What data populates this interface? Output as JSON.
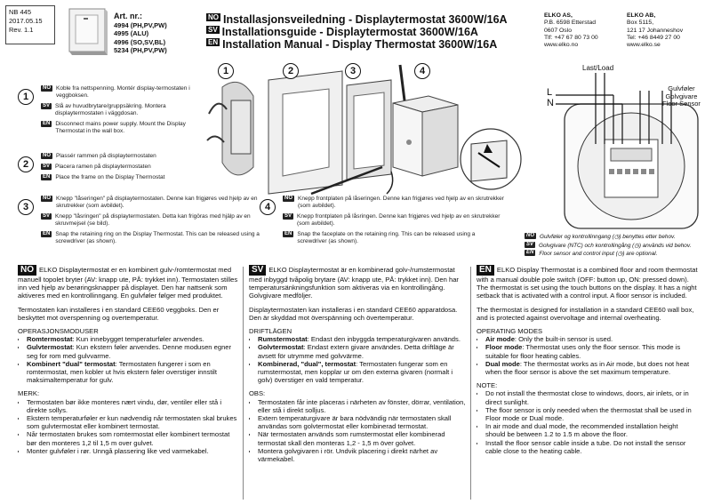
{
  "doc_info": {
    "code": "NB 445",
    "date": "2017.05.15",
    "rev": "Rev. 1.1"
  },
  "art": {
    "title": "Art. nr.:",
    "lines": [
      "4994 (PH,PV,PW)",
      "4995 (ALU)",
      "4996 (SO,SV,BL)",
      "5234 (PH,PV,PW)"
    ]
  },
  "titles": [
    {
      "lang": "NO",
      "text": "Installasjonsveiledning - Displaytermostat 3600W/16A"
    },
    {
      "lang": "SV",
      "text": "Installationsguide - Displaytermostat 3600W/16A"
    },
    {
      "lang": "EN",
      "text": "Installation Manual - Display Thermostat 3600W/16A"
    }
  ],
  "company_no": {
    "name": "ELKO AS,",
    "lines": [
      "P.B. 6598 Etterstad",
      "0607 Oslo",
      "Tlf: +47 67 80 73 00",
      "www.elko.no"
    ]
  },
  "company_se": {
    "name": "ELKO AB,",
    "lines": [
      "Box 5115,",
      "121 17 Johanneshov",
      "Tel: +46 8449 27 00",
      "www.elko.se"
    ]
  },
  "figure_numbers": [
    "1",
    "2",
    "3",
    "4"
  ],
  "wiring": {
    "last_load": "Last/Load",
    "sensor": [
      "Gulvføler",
      "Golvgivare",
      "Floor Sensor"
    ],
    "L": "L",
    "N": "N"
  },
  "steps": [
    {
      "num": "1",
      "items": [
        {
          "lang": "NO",
          "text": "Koble fra nettspenning. Montér display-termostaten i veggboksen."
        },
        {
          "lang": "SV",
          "text": "Slå av huvudbrytare/gruppsäkring. Montera displaytermostaten i väggdosan."
        },
        {
          "lang": "EN",
          "text": "Disconnect mains power supply. Mount the Display Thermostat in the wall box."
        }
      ]
    },
    {
      "num": "2",
      "items": [
        {
          "lang": "NO",
          "text": "Plassér rammen på displaytermostaten"
        },
        {
          "lang": "SV",
          "text": "Placera ramen på displaytermostaten"
        },
        {
          "lang": "EN",
          "text": "Place the frame on the Display Thermostat"
        }
      ]
    },
    {
      "num": "3",
      "items": [
        {
          "lang": "NO",
          "text": "Knepp \"låseringen\" på displaytermostaten. Denne kan frigjøres ved hjelp av en skrutrekker (som avbildet)."
        },
        {
          "lang": "SV",
          "text": "Knepp \"låsringen\" på displaytermostaten. Detta kan frigöras med hjälp av en skruvmejsel (se bild)."
        },
        {
          "lang": "EN",
          "text": "Snap the retaining ring on the Display Thermostat. This can be released using a screwdriver (as shown)."
        }
      ]
    },
    {
      "num": "4",
      "items": [
        {
          "lang": "NO",
          "text": "Knepp frontplaten på låseringen. Denne kan frigjøres ved hjelp av en skrutrekker (som avbildet)."
        },
        {
          "lang": "SV",
          "text": "Knepp frontplaten på låsringen. Denne kan frigjøres ved hjelp av en skrutrekker (som avbildet)."
        },
        {
          "lang": "EN",
          "text": "Snap the faceplate on the retaining ring. This can be released using a screwdriver (as shown)."
        }
      ]
    }
  ],
  "sensor_note": [
    {
      "lang": "NO",
      "text": "Gulvføler og kontrollinngang (◷) benyttes etter behov."
    },
    {
      "lang": "SV",
      "text": "Golvgivare (NTC) och kontrollingång (◷) används vid behov."
    },
    {
      "lang": "EN",
      "text": "Floor sensor and control input (◷) are optional."
    }
  ],
  "col_no": {
    "lang": "NO",
    "intro": "ELKO Displaytermostat er en kombinert gulv-/romtermostat med manuell topolet bryter (AV: knapp ute, PÅ: trykket inn). Termostaten stilles inn ved hjelp av berøringsknapper på displayet. Den har nattsenk som aktiveres med en kontrollinngang. En gulvføler følger med produktet.",
    "install": "Termostaten kan installeres i en standard CEE60 veggboks. Den er beskyttet mot overspenning og overtemperatur.",
    "modes_title": "OPERASJONSMODUSER",
    "modes": [
      {
        "b": "Romtermostat",
        "t": ": Kun innebygget temperaturføler anvendes."
      },
      {
        "b": "Gulvtermostat",
        "t": ": Kun ekstern føler anvendes. Denne modusen egner seg for rom med gulvvarme."
      },
      {
        "b": "Kombinert \"dual\" termostat",
        "t": ": Termostaten fungerer i som en romtermostat, men kobler ut hvis ekstern føler overstiger innstilt maksimaltemperatur for gulv."
      }
    ],
    "notes_title": "MERK:",
    "notes": [
      "Termostaten bør ikke monteres nært vindu, dør, ventiler eller stå i direkte sollys.",
      "Ekstern temperaturføler er kun nødvendig når termostaten skal brukes som gulvtermostat eller kombinert termostat.",
      "Når termostaten brukes som romtermostat eller kombinert termostat bør den monteres 1,2 til 1,5 m over gulvet.",
      "Monter gulvføler i rør. Unngå plassering like ved varmekabel."
    ]
  },
  "col_sv": {
    "lang": "SV",
    "intro": "ELKO Displaytermostat är en kombinerad golv-/rumstermostat med inbyggd tvåpolig brytare (AV: knapp ute, PÅ: trykket inn). Den har temperatursänkningsfunktion som aktiveras via en kontrollingång. Golvgivare medföljer.",
    "install": "Displaytermostaten kan installeras i en standard CEE60 apparatdosa. Den är skyddad mot överspänning och övertemperatur.",
    "modes_title": "DRIFTLÄGEN",
    "modes": [
      {
        "b": "Rumstermostat",
        "t": ": Endast den inbyggda temperaturgivaren används."
      },
      {
        "b": "Golvtermostat",
        "t": ": Endast extern givare användes. Detta driftläge är avsett för utrymme med golvvärme."
      },
      {
        "b": "Kombinerad, \"dual\", termostat",
        "t": ": Termostaten fungerar som en rumstermostat, men kopplar ur om den externa givaren (normalt i golv) överstiger en vald temperatur."
      }
    ],
    "notes_title": "OBS:",
    "notes": [
      "Termostaten får inte placeras i närheten av fönster, dörrar, ventilation, eller stå i direkt solljus.",
      "Extern temperaturgivare är bara nödvändig när termostaten skall användas som golvtermostat eller kombinerad termostat.",
      "När termostaten används som rumstermostat eller kombinerad termostat skall den monteras 1,2 - 1,5 m över golvet.",
      "Montera golvgivaren i rör. Undvik placering i direkt närhet av värmekabel."
    ]
  },
  "col_en": {
    "lang": "EN",
    "intro": "ELKO Display Thermostat is a combined floor and room thermostat with a manual double pole switch (OFF: button up, ON: pressed down). The thermostat is set using the touch buttons on the display. It has a night setback that is activated with a control input. A floor sensor is included.",
    "install": "The thermostat is designed for installation in a standard CEE60 wall box, and is protected against overvoltage and internal overheating.",
    "modes_title": "OPERATING MODES",
    "modes": [
      {
        "b": "Air mode",
        "t": ": Only the built-in sensor is used."
      },
      {
        "b": "Floor mode",
        "t": ": Thermostat uses only the floor sensor. This mode is suitable for floor heating cables."
      },
      {
        "b": "Dual mode",
        "t": ": The thermostat works as in Air mode, but does not heat when the floor sensor is above the set maximum temperature."
      }
    ],
    "notes_title": "NOTE:",
    "notes": [
      "Do not install the thermostat close to windows, doors, air inlets, or in direct sunlight.",
      "The floor sensor is only needed when the thermostat shall be used in Floor mode or Dual mode.",
      "In air mode and dual mode, the recommended installation height should be between 1.2 to 1.5 m above the floor.",
      "Install the floor sensor cable inside a tube. Do not install the sensor cable close to the heating cable."
    ]
  }
}
